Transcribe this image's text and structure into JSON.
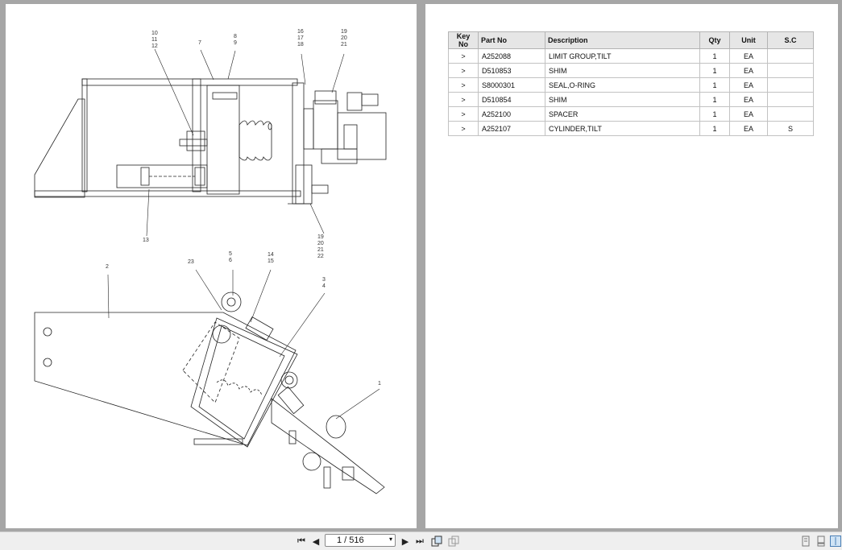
{
  "parts_table": {
    "headers": {
      "key_no": "Key No",
      "part_no": "Part No",
      "description": "Description",
      "qty": "Qty",
      "unit": "Unit",
      "sc": "S.C"
    },
    "rows": [
      {
        "key": ">",
        "part_no": "A252088",
        "description": "LIMIT GROUP,TILT",
        "qty": "1",
        "unit": "EA",
        "sc": ""
      },
      {
        "key": ">",
        "part_no": "D510853",
        "description": "SHIM",
        "qty": "1",
        "unit": "EA",
        "sc": ""
      },
      {
        "key": ">",
        "part_no": "S8000301",
        "description": "SEAL,O-RING",
        "qty": "1",
        "unit": "EA",
        "sc": ""
      },
      {
        "key": ">",
        "part_no": "D510854",
        "description": "SHIM",
        "qty": "1",
        "unit": "EA",
        "sc": ""
      },
      {
        "key": ">",
        "part_no": "A252100",
        "description": "SPACER",
        "qty": "1",
        "unit": "EA",
        "sc": ""
      },
      {
        "key": ">",
        "part_no": "A252107",
        "description": "CYLINDER,TILT",
        "qty": "1",
        "unit": "EA",
        "sc": "S"
      }
    ]
  },
  "drawing": {
    "callouts": [
      "10",
      "11",
      "12",
      "7",
      "8",
      "9",
      "16",
      "17",
      "18",
      "19",
      "20",
      "21",
      "13",
      "19",
      "20",
      "21",
      "22",
      "2",
      "23",
      "5",
      "6",
      "14",
      "15",
      "3",
      "4",
      "1"
    ]
  },
  "toolbar": {
    "first_page": "⏮",
    "prev_page": "◀",
    "page_indicator": "1 / 516",
    "next_page": "▶",
    "last_page": "⏭",
    "colors": {
      "background": "#efefef",
      "viewer_bg": "#a6a6a6"
    }
  }
}
